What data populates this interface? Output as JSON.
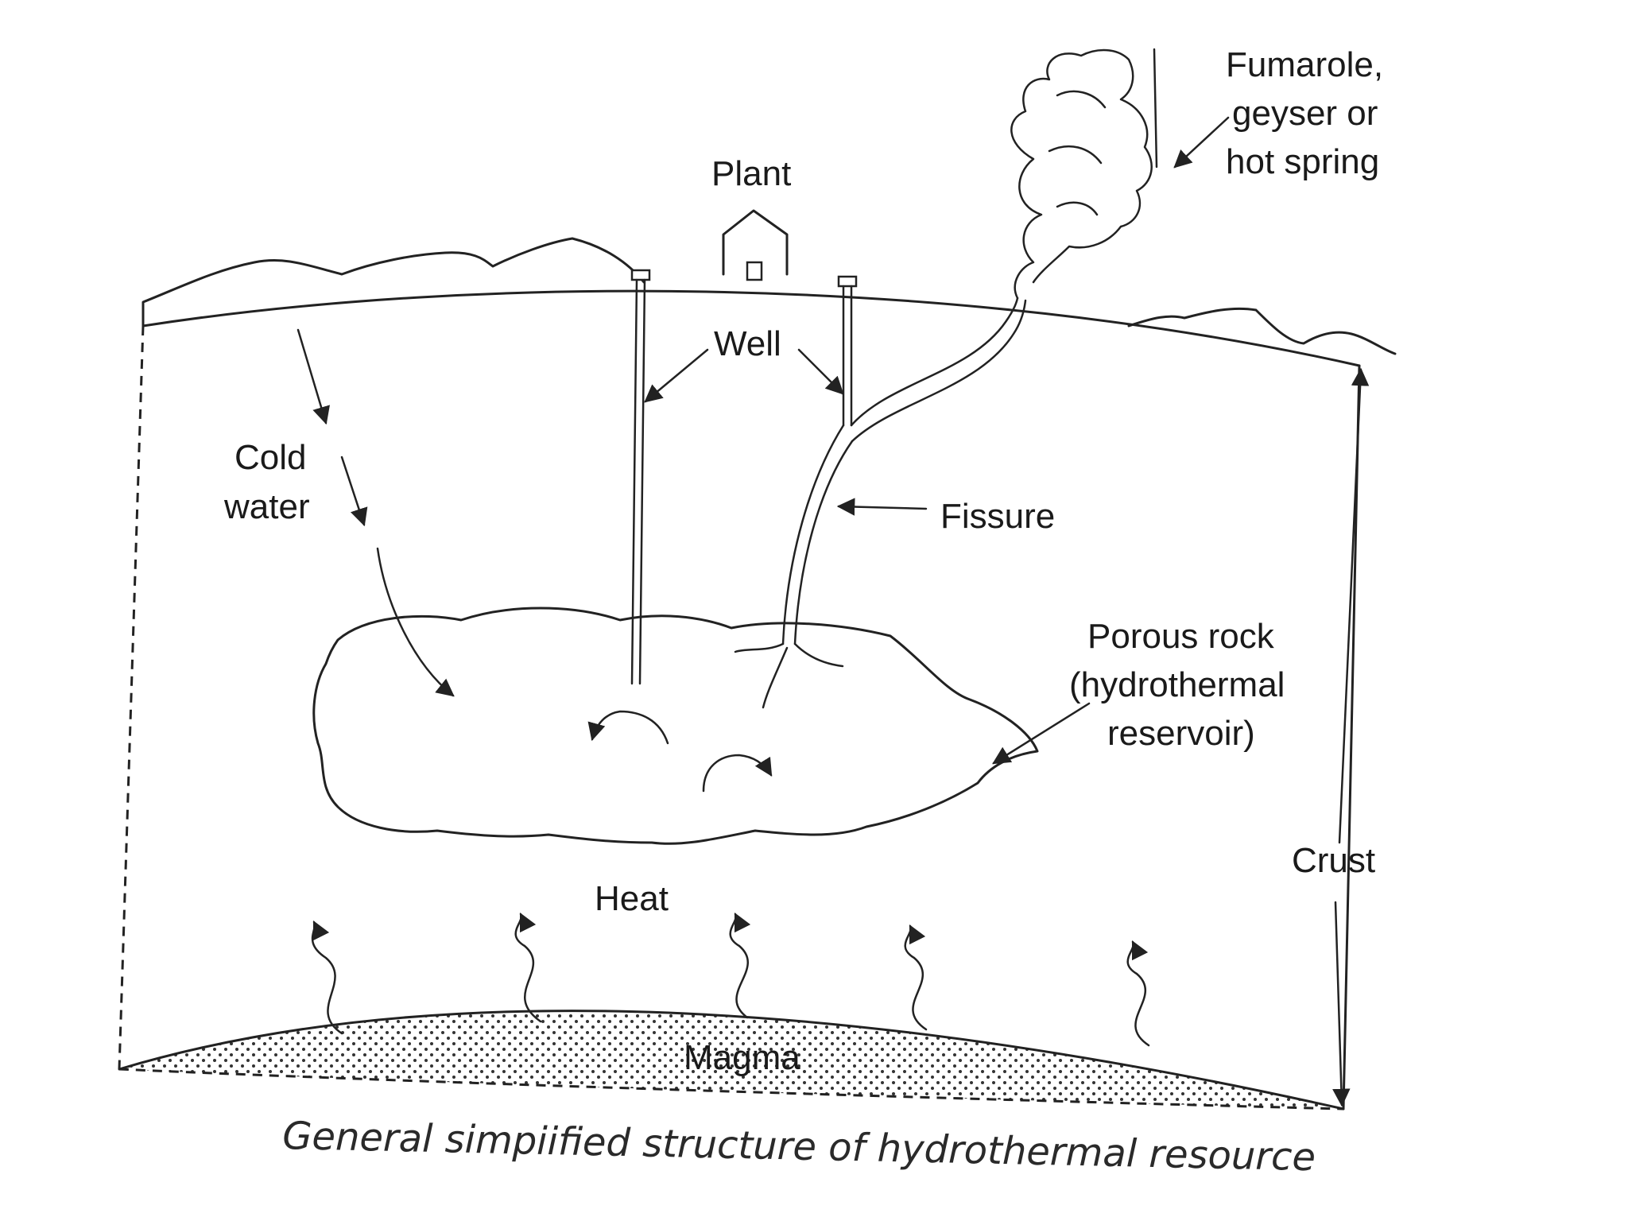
{
  "labels": {
    "fumarole": [
      "Fumarole,",
      "geyser or",
      "hot spring"
    ],
    "plant": "Plant",
    "well": "Well",
    "cold_water": [
      "Cold",
      "water"
    ],
    "fissure": "Fissure",
    "porous_rock": [
      "Porous rock",
      "(hydrothermal",
      "reservoir)"
    ],
    "heat": "Heat",
    "crust": "Crust",
    "magma": "Magma"
  },
  "caption": "General simpiified structure of hydrothermal resource",
  "colors": {
    "ink": "#222222",
    "dots": "#333333"
  }
}
